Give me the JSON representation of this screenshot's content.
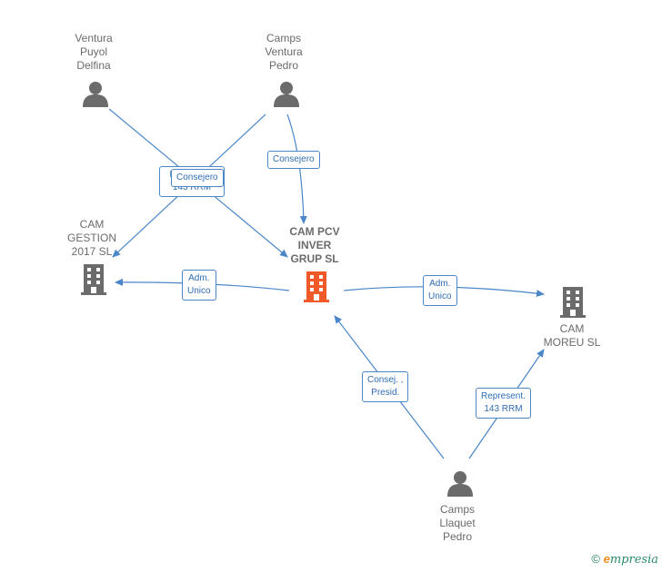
{
  "colors": {
    "edge": "#4a86c8",
    "person": "#6b6b6b",
    "company": "#6b6b6b",
    "focus_company": "#f05a28"
  },
  "nodes": {
    "ventura": {
      "label": "Ventura\nPuyol\nDelfina",
      "icon": "person-icon"
    },
    "camps_ventura": {
      "label": "Camps\nVentura\nPedro",
      "icon": "person-icon"
    },
    "cam_gestion": {
      "label": "CAM\nGESTION\n2017  SL",
      "icon": "building-icon"
    },
    "cam_pcv": {
      "label": "CAM PCV\nINVER\nGRUP  SL",
      "icon": "building-icon"
    },
    "cam_moreu": {
      "label": "CAM\nMOREU  SL",
      "icon": "building-icon"
    },
    "camps_llaquet": {
      "label": "Camps\nLlaquet\nPedro",
      "icon": "person-icon"
    }
  },
  "edges": {
    "e1": "Represent.\n143 RRM",
    "e2": "Consejero",
    "e3": "Consejero",
    "e4": "Adm.\nUnico",
    "e5": "Adm.\nUnico",
    "e6": "Consej. ,\nPresid.",
    "e7": "Represent.\n143 RRM"
  },
  "footer": {
    "copyright": "©",
    "brand_e": "e",
    "brand_rest": "mpresia"
  }
}
